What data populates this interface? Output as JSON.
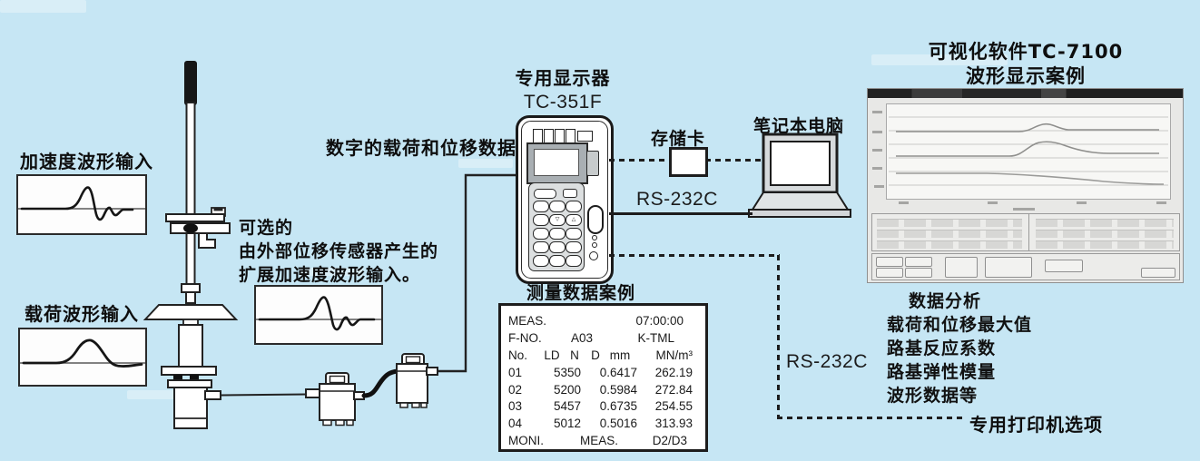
{
  "colors": {
    "background": "#c6e6f4",
    "line": "#1d1d1d",
    "panel_gray": "#e8e8e6"
  },
  "labels": {
    "accel_input": "加速度波形输入",
    "load_input": "载荷波形输入",
    "optional_lines": [
      "可选的",
      "由外部位移传感器产生的",
      "扩展加速度波形输入。"
    ],
    "digital_data": "数字的载荷和位移数据",
    "display_title": "专用显示器",
    "display_model": "TC-351F",
    "memory_card": "存储卡",
    "laptop": "笔记本电脑",
    "rs232c_top": "RS-232C",
    "rs232c_bottom": "RS-232C",
    "printer_option": "专用打印机选项"
  },
  "device_keys": {
    "down_glyph": "▽",
    "up_glyph": "△"
  },
  "waveform_icons": {
    "accel": "damped-oscillation-pulse",
    "load": "smooth-bell-pulse",
    "optional": "damped-oscillation-pulse"
  },
  "meter_table": {
    "title": "测量数据案例",
    "header_left": "MEAS.",
    "header_right": "07:00:00",
    "fno_label": "F-NO.",
    "fno_value": "A03",
    "fno_right": "K-TML",
    "col_headers": [
      "No.",
      "LD",
      "N",
      "D",
      "mm",
      "MN/m³"
    ],
    "data_rows": [
      [
        "01",
        "5350",
        "0.6417",
        "262.19"
      ],
      [
        "02",
        "5200",
        "0.5984",
        "272.84"
      ],
      [
        "03",
        "5457",
        "0.6735",
        "254.55"
      ],
      [
        "04",
        "5012",
        "0.5016",
        "313.93"
      ]
    ],
    "footer": [
      "MONI.",
      "MEAS.",
      "D2/D3"
    ]
  },
  "software": {
    "title_line1": "可视化软件TC-7100",
    "title_line2": "波形显示案例",
    "analysis_lines": [
      "数据分析",
      "载荷和位移最大值",
      "路基反应系数",
      "路基弹性模量",
      "波形数据等"
    ]
  }
}
